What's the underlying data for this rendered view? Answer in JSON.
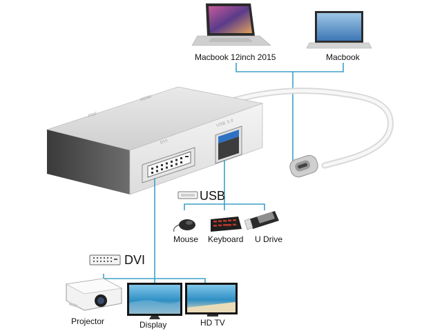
{
  "laptops": {
    "left": "Macbook 12inch 2015",
    "right": "Macbook"
  },
  "adapter": {
    "ports": {
      "pdf": "PDF",
      "hdmi": "HDMI",
      "dvi": "DVI",
      "usb": "USB 3.0"
    }
  },
  "usb_group": {
    "title": "USB",
    "devices": [
      "Mouse",
      "Keyboard",
      "U Drive"
    ]
  },
  "dvi_group": {
    "title": "DVI",
    "devices": [
      "Projector",
      "Display",
      "HD TV"
    ]
  },
  "colors": {
    "connector_line": "#3aa0c8",
    "adapter_body": "#d6d6d6",
    "adapter_face": "#4a4a4a"
  },
  "icons": [
    "laptop-icon",
    "usb-port-icon",
    "dvi-port-icon",
    "mouse-icon",
    "keyboard-icon",
    "usb-drive-icon",
    "projector-icon",
    "monitor-icon",
    "tv-icon",
    "usb-c-plug-icon"
  ]
}
